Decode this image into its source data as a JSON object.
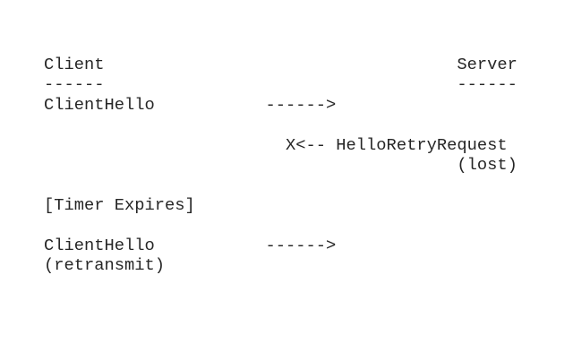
{
  "colors": {
    "background": "#ffffff",
    "text": "#262626"
  },
  "diagram": {
    "participants": [
      "Client",
      "Server"
    ],
    "lines": [
      "Client                                   Server",
      "------                                   ------",
      "ClientHello           ------>",
      "",
      "                        X<-- HelloRetryRequest",
      "                                         (lost)",
      "",
      "[Timer Expires]",
      "",
      "ClientHello           ------>",
      "(retransmit)"
    ]
  }
}
